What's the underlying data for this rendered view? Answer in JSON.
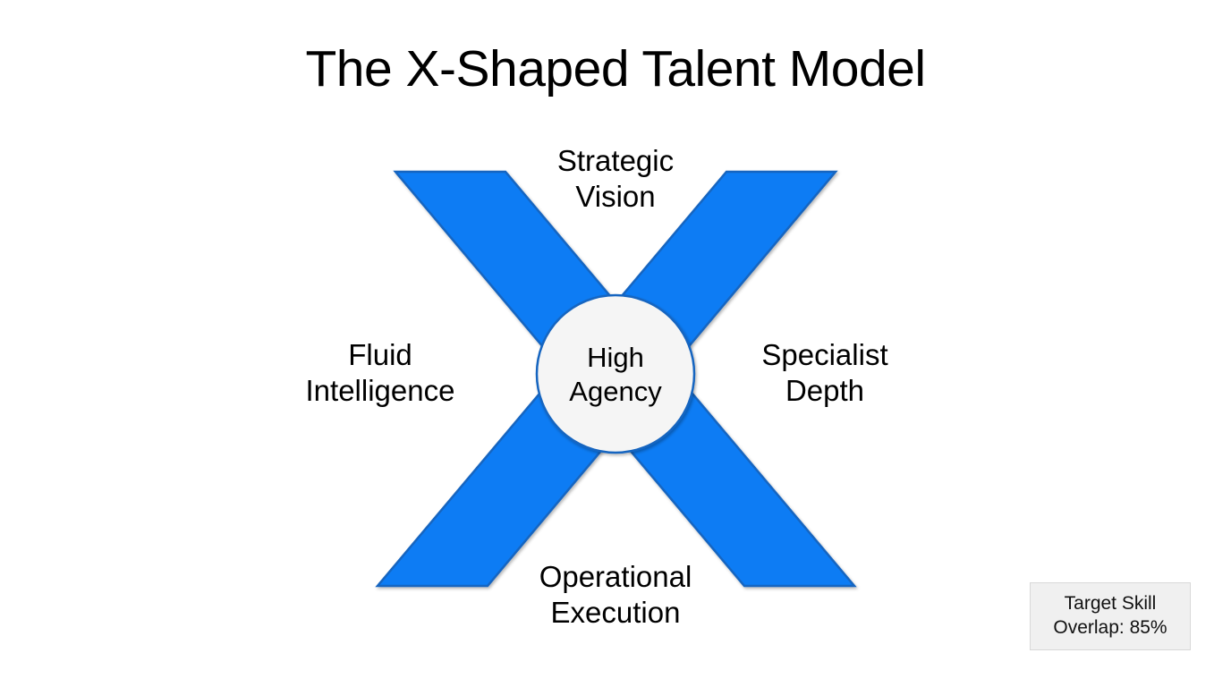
{
  "page": {
    "title": "The X-Shaped Talent Model",
    "background_color": "#ffffff"
  },
  "diagram": {
    "type": "x-shaped-talent-model",
    "shape_color": "#0b7bf4",
    "shape_stroke_color": "#1565c0",
    "center_node": {
      "label_line1": "High",
      "label_line2": "Agency",
      "fill_color": "#f5f5f5",
      "stroke_color": "#1565c0"
    },
    "quadrant_labels": [
      {
        "position": "top",
        "line1": "Strategic",
        "line2": "Vision"
      },
      {
        "position": "right",
        "line1": "Specialist",
        "line2": "Depth"
      },
      {
        "position": "bottom",
        "line1": "Operational",
        "line2": "Execution"
      },
      {
        "position": "left",
        "line1": "Fluid",
        "line2": "Intelligence"
      }
    ]
  },
  "legend": {
    "line1": "Target Skill",
    "line2": "Overlap: 85%",
    "background_color": "#f0f0f0",
    "border_color": "#d8d8d8"
  }
}
